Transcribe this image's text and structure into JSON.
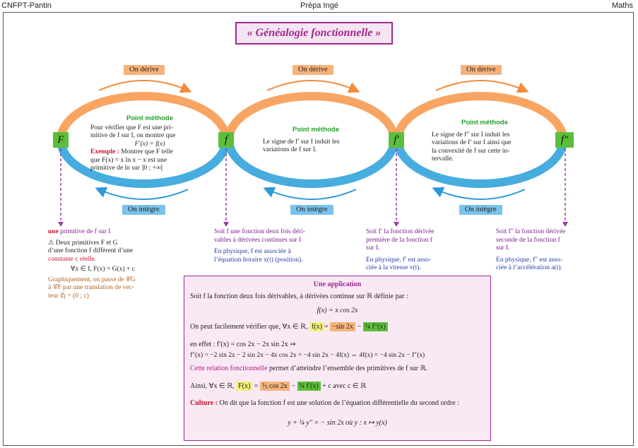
{
  "header": {
    "left": "CNFPT-Pantin",
    "center": "Prépa Ingé",
    "right": "Maths"
  },
  "title": "« Généalogie fonctionnelle »",
  "arrows": {
    "derive_label": "On dérive",
    "integre_label": "On intègre"
  },
  "nodes": [
    "F",
    "f",
    "f′",
    "f″"
  ],
  "point_methode": {
    "title": "Point méthode",
    "pm1": {
      "l1": "Pour vérifier que F est une pri-",
      "l2": "mitive de f sur I, on montre que",
      "l3": "F′(x) = f(x)",
      "ex_label": "Exemple :",
      "ex_l1": "Montrer que F telle",
      "ex_l2": "que F(x) = x ln x − x est une",
      "ex_l3": "primitive de ln sur ]0 ; +∞["
    },
    "pm2": {
      "l1": "Le signe de f′ sur I induit les",
      "l2": "variations de f sur I."
    },
    "pm3": {
      "l1": "Le signe de f″ sur I induit les",
      "l2": "variations de f′ sur I ainsi que",
      "l3": "la convexité de f sur cette in-",
      "l4": "tervalle."
    }
  },
  "notes": {
    "n1": {
      "l1a": "une",
      "l1b": "primitive de f sur I",
      "l2": "⚠ Deux primitives F et G",
      "l3": "d’une fonction f diffèrent d’une",
      "l4": "constante c réelle.",
      "l5": "∀x ∈ I,  F(x) = G(x) + c",
      "l6": "Graphiquement, on passe de 𝒞G",
      "l7": "à 𝒞F par une translation de vec-",
      "l8": "teur c⃗j = (0 ; c)"
    },
    "n2": {
      "l1": "Soit f une fonction deux fois déri-",
      "l2": "vables à dérivées continues sur I",
      "l3": "En physique, f est associée à",
      "l4": "l’équation horaire x(t) (position)."
    },
    "n3": {
      "l1": "Soit f′ la fonction dérivée",
      "l2": "première de la fonction f",
      "l3": "sur I.",
      "l4": "En physique, f′ est asso-",
      "l5": "ciée à la vitesse v(t)."
    },
    "n4": {
      "l1": "Soit f″ la fonction dérivée",
      "l2": "seconde de la fonction f",
      "l3": "sur I.",
      "l4": "En physique, f″ est asso-",
      "l5": "ciée à l’accélération a(t)."
    }
  },
  "application": {
    "title": "Une application",
    "l1": "Soit f la fonction deux fois dérivables, à dérivées continue sur ℝ définie par :",
    "l2": "f(x) = x cos 2x",
    "l3a": "On peut facilement vérifier que,   ∀x ∈ ℝ,",
    "l3b": "f(x)",
    "l3c": "= ",
    "l3d": "−sin 2x",
    "l3e": " − ",
    "l3f": "¼ f″(x)",
    "l4": "en effet : f′(x) = cos 2x − 2x sin 2x   ⇒",
    "l5": "f″(x) = −2 sin 2x − 2 sin 2x − 4x cos 2x = −4 sin 2x − 4f(x)  ⇔  4f(x) = −4 sin 2x − f″(x)",
    "l6a": "Cette relation fonctionnelle",
    "l6b": " permet d’atteindre l’ensemble des primitives de f sur ℝ.",
    "l7a": "Ainsi,   ∀x ∈ ℝ,",
    "l7b": "F(x)",
    "l7c": " = ",
    "l7d": "½ cos 2x",
    "l7e": " − ",
    "l7f": "¼ f′(x)",
    "l7g": " + c    avec c ∈ ℝ",
    "l8a": "Culture :",
    "l8b": " On dit que la fonction f est une solution de l’équation différentielle du second ordre :",
    "l9": "y + ¼ y″ = − sin 2x    où  y : x ↦ y(x)"
  },
  "colors": {
    "orange": "#f58a3a",
    "blue": "#2b9ad6",
    "green": "#5cbe3a",
    "magenta": "#a3278f"
  }
}
